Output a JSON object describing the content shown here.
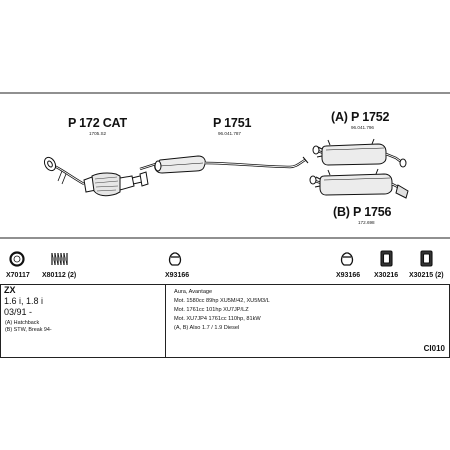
{
  "parts": [
    {
      "label": "P 172 CAT",
      "oem": "1705.S2"
    },
    {
      "label": "P 1751",
      "oem": "96.041.787"
    },
    {
      "label": "(A) P 1752",
      "oem": "96.041.796"
    },
    {
      "label": "(B) P 1756",
      "oem": "172.698"
    }
  ],
  "accessories": [
    {
      "label": "X70117",
      "icon": "ring-gasket-icon"
    },
    {
      "label": "X80112 (2)",
      "icon": "spring-icon"
    },
    {
      "label": "X93166",
      "icon": "clamp-icon"
    },
    {
      "label": "X93166",
      "icon": "clamp-icon"
    },
    {
      "label": "X30216",
      "icon": "rubber-hanger-icon"
    },
    {
      "label": "X30215 (2)",
      "icon": "rubber-hanger-icon"
    }
  ],
  "vehicle": {
    "model": "ZX",
    "engines": "1.6 i, 1.8 i",
    "date": "03/91 -",
    "variant_a": "(A) Hatchback",
    "variant_b": "(B) STW, Break 94-"
  },
  "notes": [
    "Aura, Avantage",
    "Mot. 1580cc 89hp XU5M/42, XU5M3/L",
    "Mot. 1761cc 101hp XU7JP/LZ",
    "Mot. XU7JP4 1761cc 110hp, 81kW",
    "(A, B) Also 1.7 / 1.9 Diesel"
  ],
  "code": "CI010"
}
